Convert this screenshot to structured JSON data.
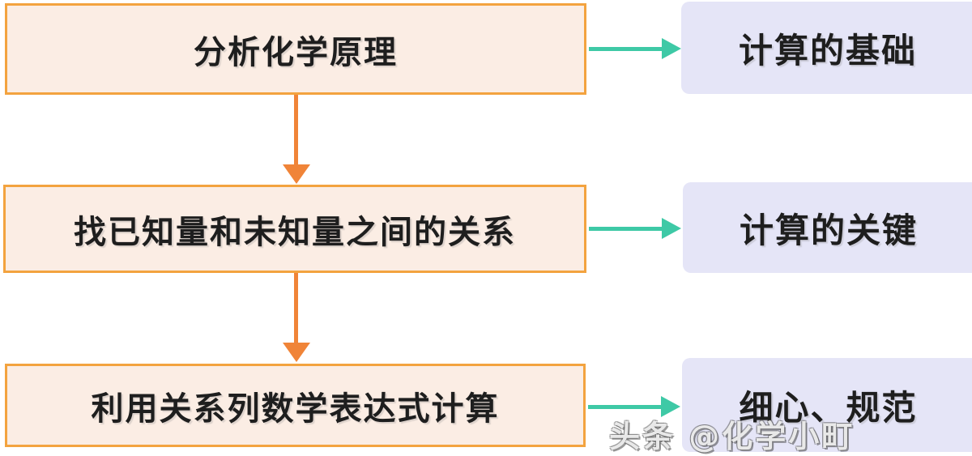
{
  "diagram": {
    "type": "flowchart",
    "steps": [
      {
        "label": "分析化学原理",
        "result": "计算的基础"
      },
      {
        "label": "找已知量和未知量之间的关系",
        "result": "计算的关键"
      },
      {
        "label": "利用关系列数学表达式计算",
        "result": "细心、规范"
      }
    ],
    "flow_direction": "top-to-bottom",
    "link_direction": "left-to-right"
  },
  "watermark": {
    "text": "头条 @化学小町"
  },
  "colors": {
    "step_border": "#F3A33F",
    "step_fill": "#FBEDE4",
    "down_arrow": "#F08438",
    "link_arrow": "#3EC9A6",
    "result_fill": "#E5E5F7",
    "text": "#1E1E1E",
    "background": "#FFFFFF"
  }
}
